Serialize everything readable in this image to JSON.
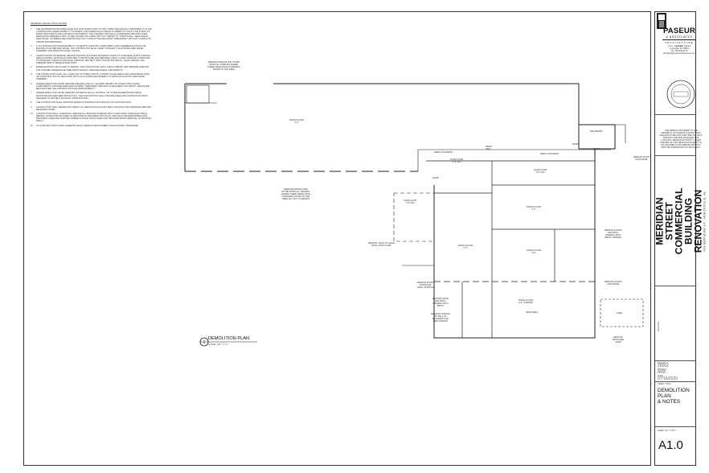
{
  "notes": {
    "heading": "GENERAL DEMOLITION NOTES",
    "items": [
      {
        "num": "1.",
        "text": "THE INFORMATION PROVIDED DOES NOT LIMIT DEMOLITION TO ONLY ITEMS SPECIFICALLY IDENTIFIED. IT IS THE CONTRACTOR'S RESPONSIBILITY TO INSPECT AND ASSESS EACH SPACE IN ORDER TO FULFILL THE INTENT OF WORK INDICATED IN THE CONTRACT DOCUMENTS. THE CONTRACTOR SHALL COORDINATE ARCHITECTURAL DEMOLITION DRAWINGS WITH OTHER TRADES INCLUDING, BUT NOT LIMITED TO, STRUCTURAL, MECHANICAL, ELECTRICAL, PLUMBING AND FIRE PROTECTION. CONTACT THE ARCHITECT IMMEDIATELY WITH ANY CONFLICTS AND/OR DISCREPANCIES."
      },
      {
        "num": "2.",
        "text": "IT IS CONTRACTOR'S RESPONSIBILITY TO IDENTIFY EXISTING COMPONENTS AND ASSEMBLIES WITHIN THE BUILDING THAT ARE FIRE RATED. THE CONTRACTOR SHALL VERIFY INTEGRITY OF EXISTING FIRE RATED ASSEMBLY AND MAINTAIN HOURLY RATING."
      },
      {
        "num": "3.",
        "text": "UNLESS NOTED OTHERWISE, REMOVE EXISTING FLOORING MATERIALS DOWN TO CONCRETE SLAB TO INSTALL NEW FLOORING. EXISTING FLOORS ARE TO BE PATCHED AND REPAIRED USING A LATEX LEVELING COMPOUND TO PRODUCE A SMOOTH AND LEVEL SURFACE. PROTECT TRIM ON EXISTING WALLS, CLEAN, REPAIR, AND PREPARE TRIM TO RECEIVE NEW PAINT."
      },
      {
        "num": "4.",
        "text": "WHERE EXISTING WALLS ARE TO REMAIN, THE CONTRACTOR SHALL CLEAN, REPAIR, AND PREPARE SURFACE FOR FINISHED APPEARANCE FREE FROM CRACKS, DAMAGED AREAS, AND DEFECTS."
      },
      {
        "num": "5.",
        "text": "THE CONTRACTOR SHALL FILL VOIDS LEFT BY PIPES, DUCTS, CONDUIT HOLES RESULTING FROM DEMOLITION OR CONSTRUCTION OF NEW WORK WITH AN UL APPROVED MATERIAL TO MAINTAIN EXISTING FIRE RATED ASSEMBLY."
      },
      {
        "num": "6.",
        "text": "WHERE DEMOLITION WORK REMOVES BEARING WALLS, COLUMNS, BEAMS, OR OTHER STRUCTURAL COMPONENTS, PROVIDE ADEQUATE SHORING, TEMPORARY BRACING AS REQUIRED FOR SAFETY. MEANS AND METHODS ARE THE CONTRACTOR SOLE RESPONSIBILITY."
      },
      {
        "num": "7.",
        "text": "WHERE DEMOLITION WORK REMOVES EXTERIOR WALLS, ROOFING, OR OTHER ELEMENTS PROVIDING MOISTURE AND WEATHER PROTECTION, THE CONTRACTOR SHALL PROVIDE ADEQUATE PROTECTION FROM WEATHER TO PROTECT EXISTING CONSTRUCTION."
      },
      {
        "num": "8.",
        "text": "THE CONTRACTOR SHALL MAINTAIN MEANS OF EGRESS FOR DURATION OF CONSTRUCTION."
      },
      {
        "num": "9.",
        "text": "CONTRACTOR SHALL REVIEW AND VERIFY ALL DEMOLITION AGAINST NEW CONSTRUCTION DRAWINGS BEFORE BEGINNING WORK."
      },
      {
        "num": "10.",
        "text": "CONTRACTOR SHALL COMPLETELY REMOVE ALL EXISTING INTERIOR WALLS (INCLUDING THEIR ELECTRICAL WIRING), DOORS AND FIXTURES AS INDICATED IN THE DEMOLITION PLAN, AND SHALL BE RESPONSIBLE FOR PROVIDING ADEQUATE SUPPORT WHERE EXISTING STRUCTURES MAY BE AFFECTED BY REMOVAL OF EXISTING WALLS."
      },
      {
        "num": "11.",
        "text": "ALL EXISTING STRUCTURAL ELEMENTS SHALL REMAIN UNDISTURBED UNLESS NOTED OTHERWISE."
      }
    ]
  },
  "plan": {
    "title": "DEMOLITION PLAN",
    "scale": "SCALE: 1/8\" = 1'-0\"",
    "labels": {
      "remove_window_top": "REMOVE WINDOW AND STORE\nFROM ALL OPENING WHERE\nTHERE WERE ONCE OVERHEAD\nDOORS IN THIS AREA",
      "finish_floor_1": "FINISH FLOOR\n0'-0\"",
      "deliveries": "DELIVERIES",
      "ramp_1": "RAMP",
      "ramp_2": "RAMP",
      "ramp_3": "RAMP",
      "remove_door_frame": "REMOVE DOOR\nAND FRAME",
      "demo_concrete": "DEMO CONCRETE",
      "demo_wall": "DEMO\nWALL",
      "demo_concrete_2": "DEMO CONCRETE",
      "slab_floor_1": "SLAB FLOOR\n0'-3\" AFF",
      "slab_floor_2": "SLAB FLOOR\n0'-6\" AFF",
      "remove_window_mid": "REMOVE WINDOW AND\nSTORE FROM ALL OPENING\nWHERE THERE WERE ONCE\nOVERHEAD DOORS IN THIS\nAREA (ALL SIX) TO REMAIN",
      "slab_floor_3": "SLAB FLOOR\n0'-3\" AFF",
      "finish_floor_2": "FINISH FLOOR\n0'-0\"",
      "finish_floor_3": "FINISH FLOOR\n0'-0\"",
      "finish_floor_4": "FINISH FLOOR\n0'-0\"",
      "remove_lean_to": "REMOVE \"LEAN TO\" SHED\nROOF STRUCTURE",
      "remove_doors_infill": "REMOVE DOORS\nAND INFILL\nOPENING WITH\nMETAL FRAMING",
      "remove_entry": "REMOVE ENTRY\nENTRANCE\nINFILL W/ BRICK",
      "remove_door_infill": "REMOVE DOOR\nAND INFILL\nOPENING WITH\nBRICK",
      "remove_portion": "REMOVE PORTION\nOF WALL AS\nREQUIRED FOR\nNEW WINDOW",
      "finish_floor_carpet": "FINISH FLOOR\n0'-0\" (CARPET)",
      "remove_doors_frame": "REMOVE DOORS\nAND FRAME",
      "open_area": "OPEN AREA",
      "shed": "SHED",
      "remove_detached_shed": "REMOVE\nDETACHED\nSHED"
    }
  },
  "titleblock": {
    "firm": "PASEUR",
    "firm_sub": "& ASSOCIATES",
    "firm_sub2": "ARCHITECTURE LLC",
    "address": "1 D.C. Southside Square\nHuntsville, AL 35801\nTel: 256-684-1170\narchitect@paseurarchitecture.com",
    "disclaimer": "THIS DESIGN DOCUMENT IS THE PROPERTY OF PASEUR & ASSOCIATES ARCHITECTURE FOR ONE TIME USE ON A SPECIFIC AND PRE-ASSIGNED SITE LOCATION. REPRODUCTION BY OTHER PARTIES OF THIS DESIGN DOCUMENT IN ANY MANNER IS PROHIBITED WITHOUT WRITTEN PERMISSION OF ARCHITECT",
    "project_title": "MERIDIAN STREET\nCOMMERCIAL BUILDING\nRENOVATION",
    "project_address": "428 MERIDIAN ST., HUNTSVILLE, AL",
    "project_label": "PROJECT",
    "project_no": "26002",
    "drawn_label": "DRAWN",
    "drawn": "AWF",
    "date_label": "DATE",
    "date": "07/16/2026",
    "sheet_title_label": "SHEET TITLE",
    "sheet_title": "DEMOLITION PLAN\n& NOTES",
    "sheet_no_label": "SHEET NO. 1 OF 3",
    "sheet_no": "A1.0",
    "revision_label": "REVISION"
  }
}
